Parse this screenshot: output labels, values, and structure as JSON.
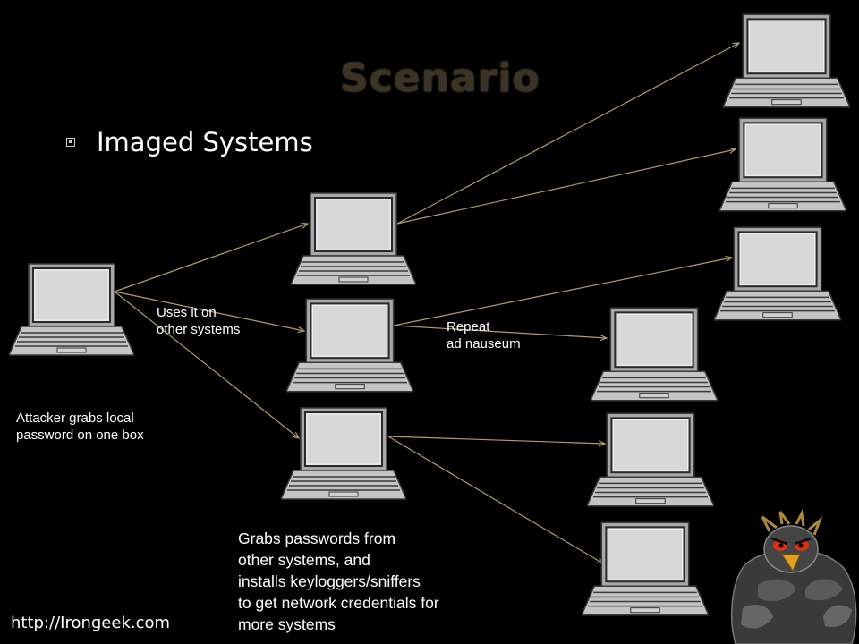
{
  "slide": {
    "title": "Scenario",
    "bullet": "Imaged Systems",
    "footer_url": "http://Irongeek.com"
  },
  "labels": {
    "attacker": "Attacker grabs local\npassword on one box",
    "uses_it": "Uses it on\nother systems",
    "repeat": "Repeat\nad nauseum",
    "grabs": "Grabs passwords from\nother systems, and\ninstalls keyloggers/sniffers\nto get network credentials for\nmore systems"
  },
  "colors": {
    "background": "#000000",
    "arrow": "#b09a72",
    "title": "#3a3326",
    "laptop_body": "#c4c4c4",
    "laptop_screen": "#d8d8d8"
  },
  "icons": {
    "laptop": "laptop-icon",
    "bullet": "square-bullet-icon",
    "mascot": "angry-penguin-icon"
  }
}
